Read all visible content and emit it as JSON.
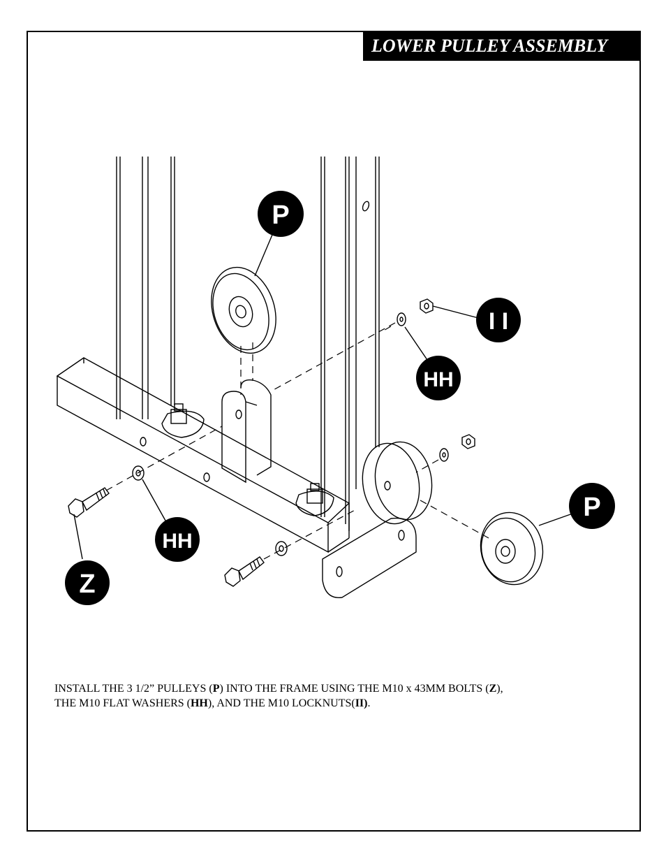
{
  "title": "LOWER PULLEY ASSEMBLY",
  "callouts": {
    "p_top": "P",
    "p_right": "P",
    "ii": "I I",
    "hh_right": "HH",
    "hh_left": "HH",
    "z": "Z"
  },
  "instructions": {
    "line1_a": "INSTALL THE 3 1/2” PULLEYS (",
    "line1_b": "P",
    "line1_c": ") INTO THE FRAME USING THE M10 x 43MM BOLTS (",
    "line1_d": "Z",
    "line1_e": "),",
    "line2_a": "THE M10 FLAT WASHERS (",
    "line2_b": "HH",
    "line2_c": "), AND THE M10 LOCKNUTS(",
    "line2_d": "II)",
    "line2_e": "."
  }
}
